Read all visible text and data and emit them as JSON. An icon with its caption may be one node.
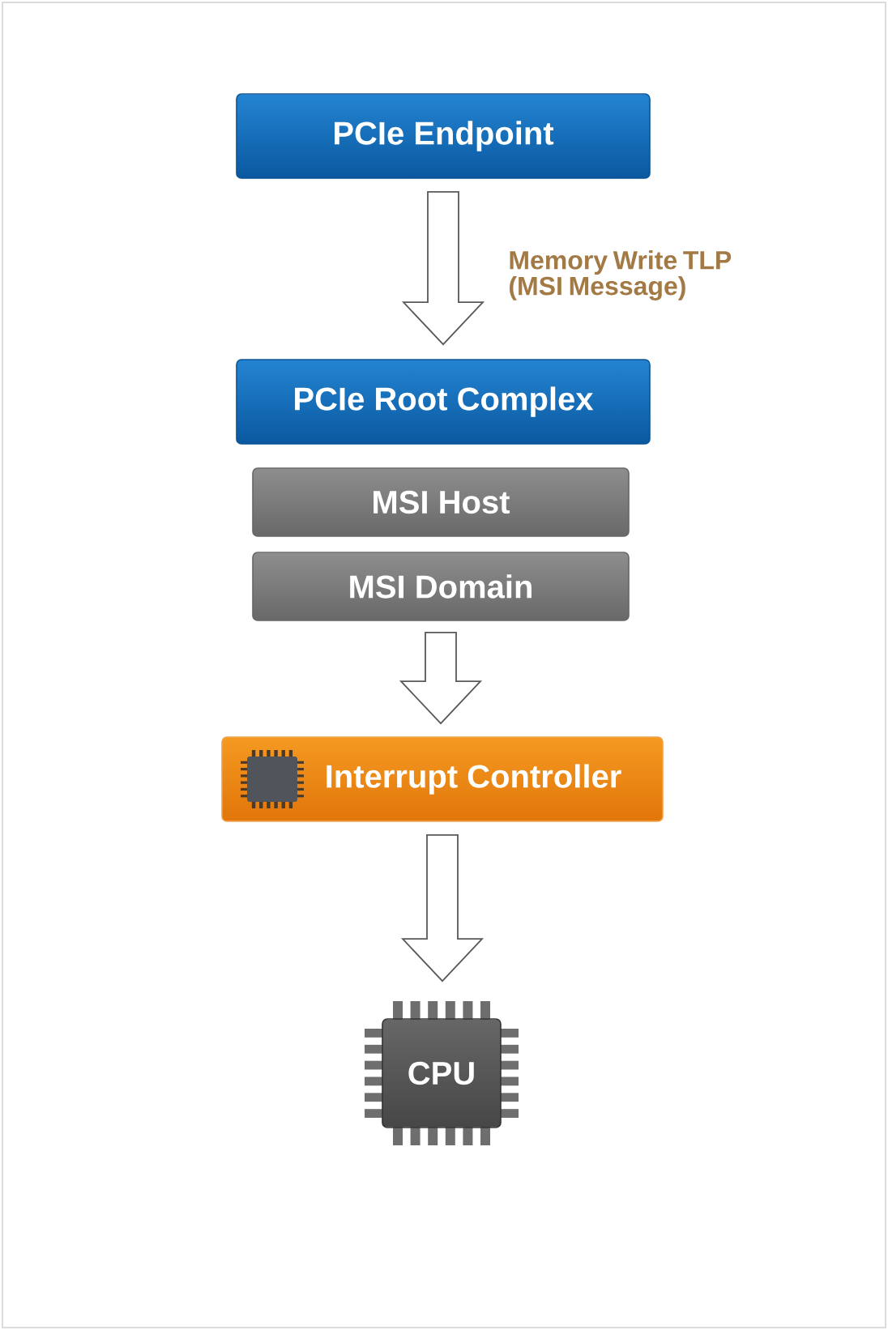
{
  "diagram": {
    "nodes": [
      {
        "text": [
          "PCIe Endpoint"
        ]
      },
      {
        "text": [
          "PCIe Root Complex"
        ]
      },
      {
        "text": [
          "MSI Host"
        ]
      },
      {
        "text": [
          "MSI Domain"
        ]
      },
      {
        "text": [
          "Interrupt Controller"
        ]
      },
      {
        "text": [
          "CPU"
        ]
      }
    ],
    "edges": [
      {
        "from": 0,
        "to": 1,
        "arrow": "to",
        "label": "Memory Write TLP (MSI Message)"
      },
      {
        "from": 3,
        "to": 4,
        "arrow": "to"
      },
      {
        "from": 4,
        "to": 5,
        "arrow": "to"
      }
    ]
  }
}
